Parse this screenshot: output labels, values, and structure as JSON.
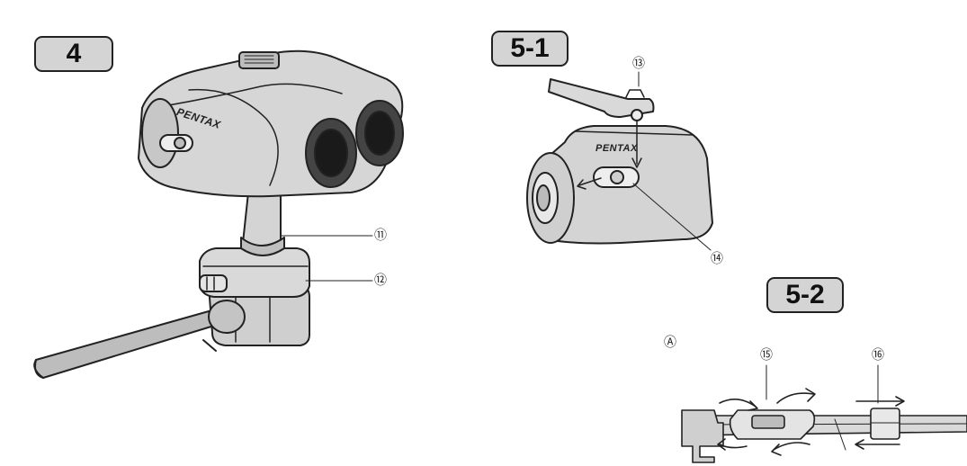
{
  "figures": {
    "fig4": {
      "badge": "4",
      "callouts": [
        "⑪",
        "⑫"
      ],
      "brand": "PENTAX"
    },
    "fig51": {
      "badge": "5-1",
      "callouts": [
        "⑬",
        "⑭"
      ],
      "brand": "PENTAX"
    },
    "fig52": {
      "badge": "5-2",
      "callouts": [
        "Ⓐ",
        "⑮",
        "⑯"
      ]
    }
  }
}
